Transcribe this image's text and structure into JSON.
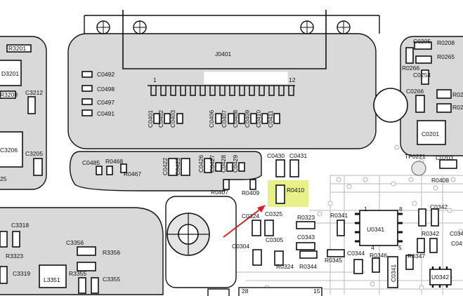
{
  "connector": {
    "name": "J0401",
    "pin_first": "1",
    "pin_last": "12",
    "pin_first_bottom": "28",
    "pin_last_bottom": "15"
  },
  "colors": {
    "highlight": "#e6ef7a",
    "arrow": "#e01b1b",
    "zone": "#d9d9d9",
    "outline": "#111111"
  },
  "icons": [
    "mounting-hole-crosshair-icon",
    "red-arrow-pointer-icon"
  ],
  "labels": [
    {
      "id": "R3201",
      "text": "R3201"
    },
    {
      "id": "D3201",
      "text": "D3201"
    },
    {
      "id": "R3208",
      "text": "R3208"
    },
    {
      "id": "C3212",
      "text": "C3212"
    },
    {
      "id": "C3206",
      "text": "C3206"
    },
    {
      "id": "C3205",
      "text": "C3205"
    },
    {
      "id": "n25",
      "text": "25"
    },
    {
      "id": "C0492",
      "text": "C0492"
    },
    {
      "id": "C0498",
      "text": "C0498"
    },
    {
      "id": "C0497",
      "text": "C0497"
    },
    {
      "id": "C0491",
      "text": "C0491"
    },
    {
      "id": "C0401",
      "text": "C0401"
    },
    {
      "id": "C0402",
      "text": "C0402"
    },
    {
      "id": "C0403",
      "text": "C0403"
    },
    {
      "id": "C0406",
      "text": "C0406"
    },
    {
      "id": "C0407",
      "text": "C0407"
    },
    {
      "id": "C0408",
      "text": "C0408"
    },
    {
      "id": "C0409",
      "text": "C0409"
    },
    {
      "id": "C0410",
      "text": "C0410"
    },
    {
      "id": "C0411",
      "text": "C0411"
    },
    {
      "id": "C0485",
      "text": "C0485"
    },
    {
      "id": "R0468",
      "text": "R0468"
    },
    {
      "id": "R0467",
      "text": "R0467"
    },
    {
      "id": "C0422",
      "text": "C0422"
    },
    {
      "id": "C0423",
      "text": "C0423"
    },
    {
      "id": "C0426",
      "text": "C0426"
    },
    {
      "id": "C0427",
      "text": "C0427"
    },
    {
      "id": "C0428",
      "text": "C0428"
    },
    {
      "id": "C0429",
      "text": "C0429"
    },
    {
      "id": "C0430",
      "text": "C0430"
    },
    {
      "id": "C0431",
      "text": "C0431"
    },
    {
      "id": "R0407",
      "text": "R0407"
    },
    {
      "id": "R0409",
      "text": "R0409"
    },
    {
      "id": "R0410",
      "text": "R0410"
    },
    {
      "id": "C0324",
      "text": "C0324"
    },
    {
      "id": "C0325",
      "text": "C0325"
    },
    {
      "id": "R0323",
      "text": "R0323"
    },
    {
      "id": "C0343",
      "text": "C0343"
    },
    {
      "id": "R0341",
      "text": "R0341"
    },
    {
      "id": "C0304",
      "text": "C0304"
    },
    {
      "id": "C0305",
      "text": "C0305"
    },
    {
      "id": "R0324",
      "text": "R0324"
    },
    {
      "id": "R0344",
      "text": "R0344"
    },
    {
      "id": "R0345",
      "text": "R0345"
    },
    {
      "id": "C0344",
      "text": "C0344"
    },
    {
      "id": "R0346",
      "text": "R0346"
    },
    {
      "id": "C0341",
      "text": "C0341"
    },
    {
      "id": "R0347",
      "text": "R0347"
    },
    {
      "id": "U0341",
      "text": "U0341"
    },
    {
      "id": "u_pin1",
      "text": "1"
    },
    {
      "id": "u_pin8",
      "text": "8"
    },
    {
      "id": "u_pin4",
      "text": "4"
    },
    {
      "id": "u_pin5",
      "text": "5"
    },
    {
      "id": "C0342",
      "text": "C0342"
    },
    {
      "id": "R0342",
      "text": "R0342"
    },
    {
      "id": "U0342",
      "text": "U0342"
    },
    {
      "id": "C0341b",
      "text": "C0341"
    },
    {
      "id": "C3318",
      "text": "C3318"
    },
    {
      "id": "R3323",
      "text": "R3323"
    },
    {
      "id": "C3319",
      "text": "C3319"
    },
    {
      "id": "C3356",
      "text": "C3356"
    },
    {
      "id": "R3356",
      "text": "R3356"
    },
    {
      "id": "R3355",
      "text": "R3355"
    },
    {
      "id": "C3355",
      "text": "C3355"
    },
    {
      "id": "L3351",
      "text": "L3351"
    },
    {
      "id": "C0205",
      "text": "C0205"
    },
    {
      "id": "R0208",
      "text": "R0208"
    },
    {
      "id": "R0265",
      "text": "R0265"
    },
    {
      "id": "R0266",
      "text": "R0266"
    },
    {
      "id": "C0254",
      "text": "C0254"
    },
    {
      "id": "C0266",
      "text": "C0266"
    },
    {
      "id": "R02a",
      "text": "R02"
    },
    {
      "id": "R02b",
      "text": "R02"
    },
    {
      "id": "C0201",
      "text": "C0201"
    },
    {
      "id": "TP0221",
      "text": "TP0221"
    },
    {
      "id": "C0203",
      "text": "C0203"
    },
    {
      "id": "R0408",
      "text": "R0408"
    },
    {
      "id": "C0341c",
      "text": "C041"
    }
  ]
}
